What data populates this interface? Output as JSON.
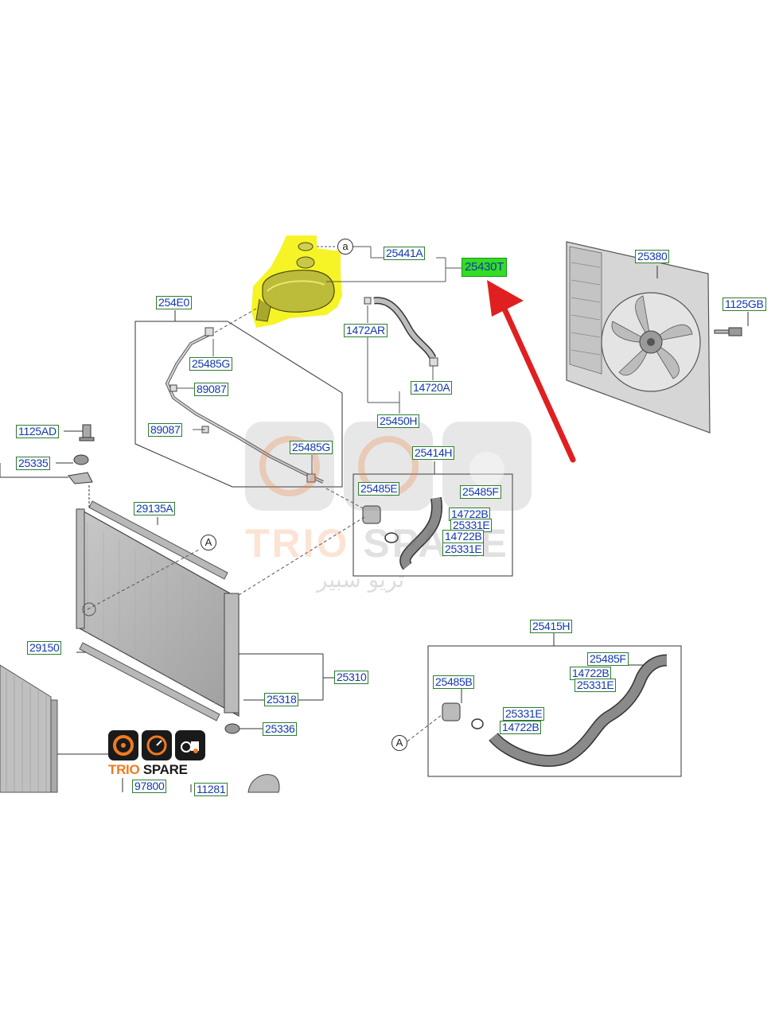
{
  "labels": {
    "l25441A": "25441A",
    "l25430T": "25430T",
    "l25380": "25380",
    "l1125GB": "1125GB",
    "l254E0": "254E0",
    "l1472AR": "1472AR",
    "l25485G_1": "25485G",
    "l89087_1": "89087",
    "l14720A": "14720A",
    "l1125AD": "1125AD",
    "l89087_2": "89087",
    "l25450H": "25450H",
    "l25485G_2": "25485G",
    "l25414H": "25414H",
    "l25335": "25335",
    "l25485E": "25485E",
    "l25485F_1": "25485F",
    "l29135A": "29135A",
    "l14722B_1": "14722B",
    "l25331E_1": "25331E",
    "l14722B_2": "14722B",
    "l25331E_2": "25331E",
    "l29150": "29150",
    "l25310": "25310",
    "l25415H": "25415H",
    "l25485F_2": "25485F",
    "l14722B_3": "14722B",
    "l25485B": "25485B",
    "l25331E_3": "25331E",
    "l25318": "25318",
    "l25331E_4": "25331E",
    "l14722B_4": "14722B",
    "l25336": "25336",
    "l97800": "97800",
    "l11281": "11281"
  },
  "callouts": {
    "a": "a",
    "A1": "A",
    "A2": "A"
  },
  "watermark": {
    "brand_first": "TRIO",
    "brand_second": "SPARE",
    "arabic": "تريو سبير"
  },
  "colors": {
    "highlight_fill": "#f5f200",
    "label_text": "#1238b0",
    "label_border": "#2d7d2d",
    "target_label_fill": "#33dd22",
    "arrow": "#e02020",
    "brand_orange": "#f07a22"
  }
}
